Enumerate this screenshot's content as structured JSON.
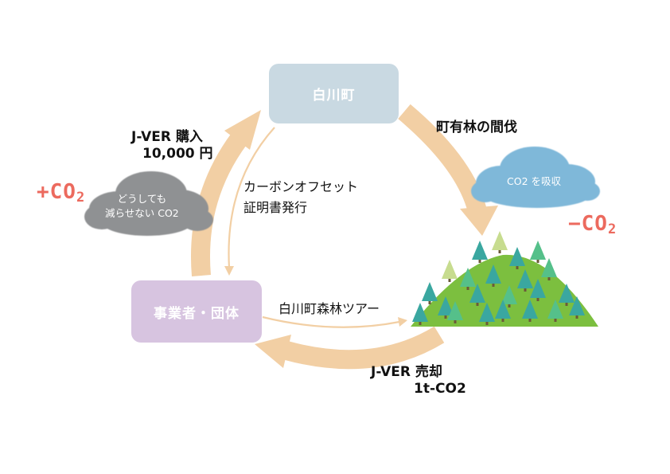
{
  "nodes": {
    "town": "白川町",
    "organization": "事業者・団体"
  },
  "labels": {
    "purchase_title": "J-VER 購入",
    "purchase_price": "10,000 円",
    "thinning": "町有林の間伐",
    "certificate_line1": "カーボンオフセット",
    "certificate_line2": "証明書発行",
    "forest_tour": "白川町森林ツアー",
    "sale_title": "J-VER 売却",
    "sale_unit": "1t-CO2"
  },
  "clouds": {
    "gray_line1": "どうしても",
    "gray_line2": "減らせない CO2",
    "blue": "CO2 を吸収"
  },
  "emissions": {
    "plus_sign": "+",
    "minus_sign": "−",
    "co_text": "CO",
    "subscript": "2"
  },
  "colors": {
    "arrow": "#f2cfa4",
    "town_box": "#c9d9e2",
    "org_box": "#d7c4e0",
    "gray_cloud": "#8f9193",
    "blue_cloud": "#7fb8d9",
    "co2_red": "#ec6a5e",
    "forest_hill": "#7cbf3f"
  }
}
